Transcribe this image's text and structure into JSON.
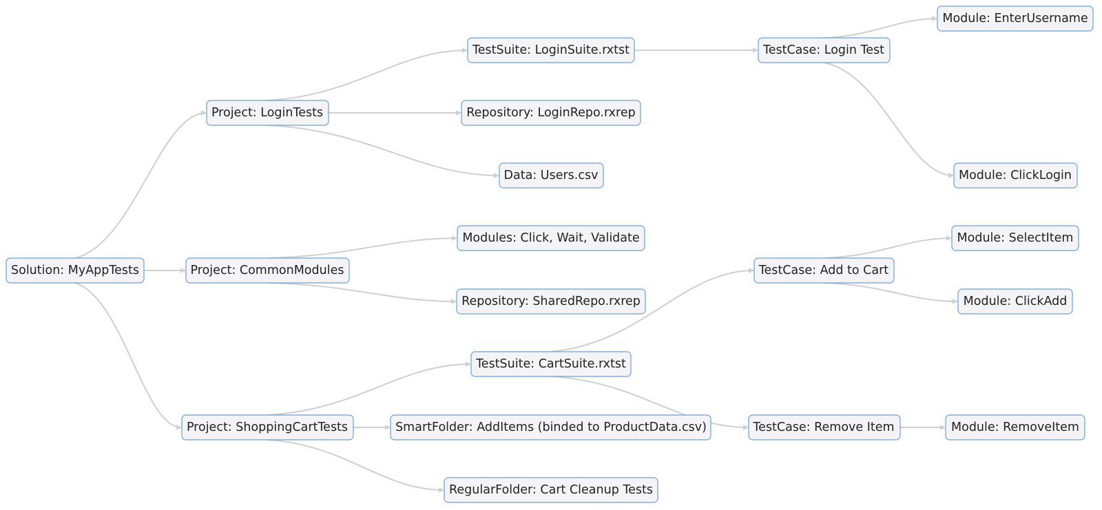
{
  "diagram": {
    "nodes": {
      "solution": "Solution: MyAppTests",
      "project_login": "Project: LoginTests",
      "project_common": "Project: CommonModules",
      "project_cart": "Project: ShoppingCartTests",
      "suite_login": "TestSuite: LoginSuite.rxtst",
      "repo_login": "Repository: LoginRepo.rxrep",
      "data_users": "Data: Users.csv",
      "modules_common": "Modules: Click, Wait, Validate",
      "repo_shared": "Repository: SharedRepo.rxrep",
      "suite_cart": "TestSuite: CartSuite.rxtst",
      "smartfolder": "SmartFolder: AddItems (binded to ProductData.csv)",
      "regularfolder": "RegularFolder: Cart Cleanup Tests",
      "case_login": "TestCase: Login Test",
      "case_add": "TestCase: Add to Cart",
      "case_remove": "TestCase: Remove Item",
      "mod_enter_username": "Module: EnterUsername",
      "mod_click_login": "Module: ClickLogin",
      "mod_select_item": "Module: SelectItem",
      "mod_click_add": "Module: ClickAdd",
      "mod_remove_item": "Module: RemoveItem"
    },
    "edges": [
      [
        "solution",
        "project_login"
      ],
      [
        "solution",
        "project_common"
      ],
      [
        "solution",
        "project_cart"
      ],
      [
        "project_login",
        "suite_login"
      ],
      [
        "project_login",
        "repo_login"
      ],
      [
        "project_login",
        "data_users"
      ],
      [
        "project_common",
        "modules_common"
      ],
      [
        "project_common",
        "repo_shared"
      ],
      [
        "project_cart",
        "suite_cart"
      ],
      [
        "project_cart",
        "smartfolder"
      ],
      [
        "project_cart",
        "regularfolder"
      ],
      [
        "suite_login",
        "case_login"
      ],
      [
        "suite_cart",
        "case_add"
      ],
      [
        "suite_cart",
        "case_remove"
      ],
      [
        "case_login",
        "mod_enter_username"
      ],
      [
        "case_login",
        "mod_click_login"
      ],
      [
        "case_add",
        "mod_select_item"
      ],
      [
        "case_add",
        "mod_click_add"
      ],
      [
        "case_remove",
        "mod_remove_item"
      ]
    ],
    "colors": {
      "node_fill": "#f4f4f6",
      "node_border": "#6b9fd4",
      "edge": "#cfcfcf",
      "text": "#222222"
    }
  }
}
